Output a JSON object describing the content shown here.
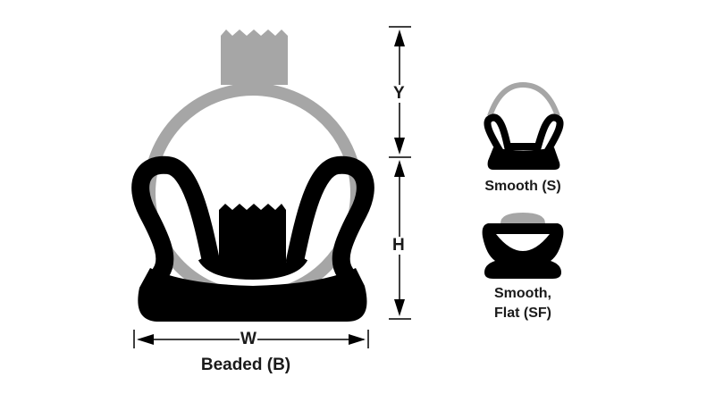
{
  "colors": {
    "seal": "#000000",
    "edge": "#a6a6a6",
    "background": "#ffffff"
  },
  "dimensions": {
    "y_label": "Y",
    "h_label": "H",
    "w_label": "W"
  },
  "profiles": [
    {
      "label": "Beaded (B)"
    },
    {
      "label": "Smooth (S)"
    },
    {
      "label_line1": "Smooth,",
      "label_line2": "Flat (SF)"
    }
  ]
}
